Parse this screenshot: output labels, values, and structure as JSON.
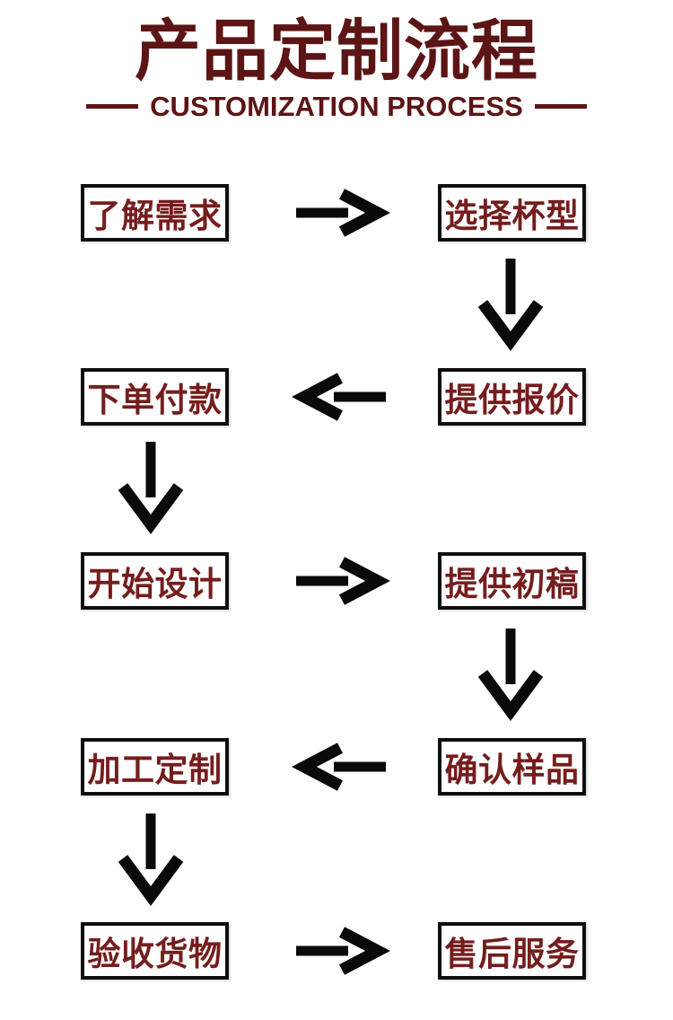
{
  "colors": {
    "bg": "#ffffff",
    "title-color": "#5c1414",
    "box-text-color": "#751d1d",
    "border-color": "#0e0e0e",
    "arrow-color": "#0a0a0a"
  },
  "header": {
    "title": "产品定制流程",
    "subtitle": "CUSTOMIZATION PROCESS"
  },
  "flow": {
    "rows": [
      {
        "left": "了解需求",
        "right": "选择杯型",
        "h_arrow_direction": "right"
      },
      {
        "left": "下单付款",
        "right": "提供报价",
        "h_arrow_direction": "left"
      },
      {
        "left": "开始设计",
        "right": "提供初稿",
        "h_arrow_direction": "right"
      },
      {
        "left": "加工定制",
        "right": "确认样品",
        "h_arrow_direction": "left"
      },
      {
        "left": "验收货物",
        "right": "售后服务",
        "h_arrow_direction": "right"
      }
    ],
    "v_arrows": [
      {
        "column": "right",
        "from_row": 1,
        "to_row": 2
      },
      {
        "column": "left",
        "from_row": 2,
        "to_row": 3
      },
      {
        "column": "right",
        "from_row": 3,
        "to_row": 4
      },
      {
        "column": "left",
        "from_row": 4,
        "to_row": 5
      }
    ]
  }
}
